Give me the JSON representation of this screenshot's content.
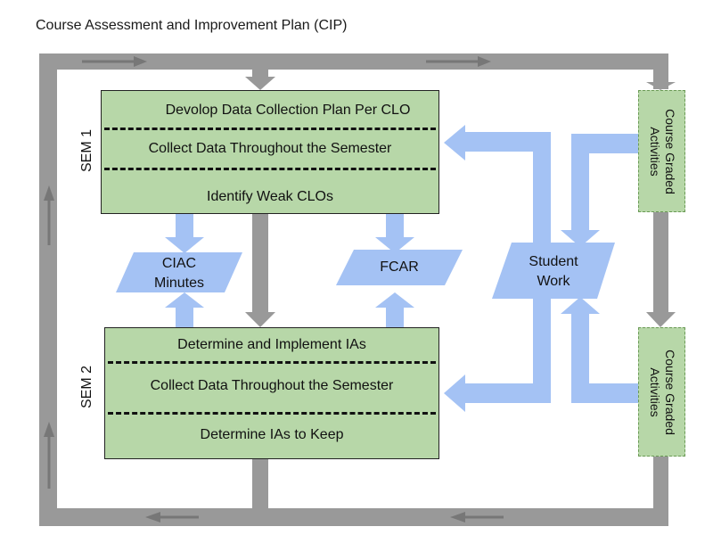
{
  "title": "Course Assessment and Improvement Plan (CIP)",
  "sem1": {
    "label": "SEM 1",
    "steps": [
      "Devolop Data Collection Plan Per CLO",
      "Collect Data Throughout the Semester",
      "Identify Weak CLOs"
    ]
  },
  "sem2": {
    "label": "SEM 2",
    "steps": [
      "Determine and Implement IAs",
      "Collect Data Throughout the Semester",
      "Determine IAs to Keep"
    ]
  },
  "outputs": {
    "ciac": [
      "CIAC",
      "Minutes"
    ],
    "fcar": "FCAR",
    "student_work": [
      "Student",
      "Work"
    ]
  },
  "activities": [
    [
      "Course Graded",
      "Activities"
    ],
    [
      "Course Graded",
      "Activities"
    ]
  ],
  "colors": {
    "box_fill": "#b7d7a8",
    "loop_gray": "#999999",
    "arrow_dark": "#777777",
    "blue": "#a4c2f4"
  }
}
